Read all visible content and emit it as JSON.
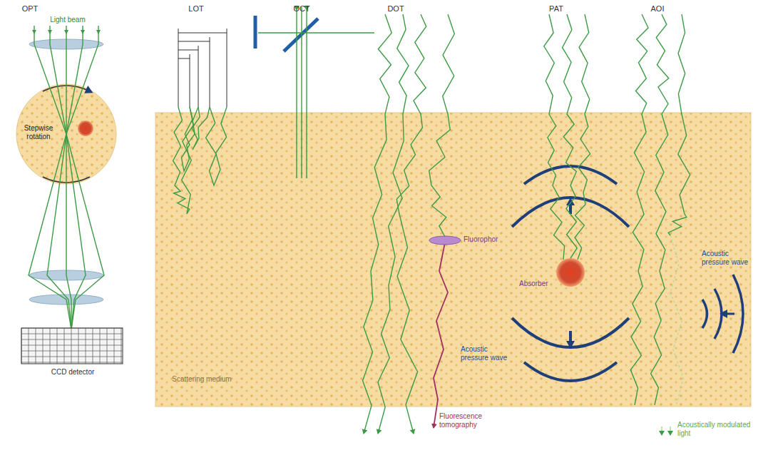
{
  "diagram": {
    "nodes": [
      {
        "text": [
          "Scattering medium"
        ]
      },
      {
        "text": [
          "Stepwise rotation"
        ]
      }
    ],
    "labels": [
      "OPT",
      "LOT",
      "OCT",
      "DOT",
      "PAT",
      "AOI",
      "Light beam",
      "CCD detector",
      "Fluorophor",
      "Absorber",
      "Acoustic pressure wave",
      "Fluorescence tomography",
      "Acoustic pressure wave",
      "Acoustically modulated light"
    ]
  }
}
